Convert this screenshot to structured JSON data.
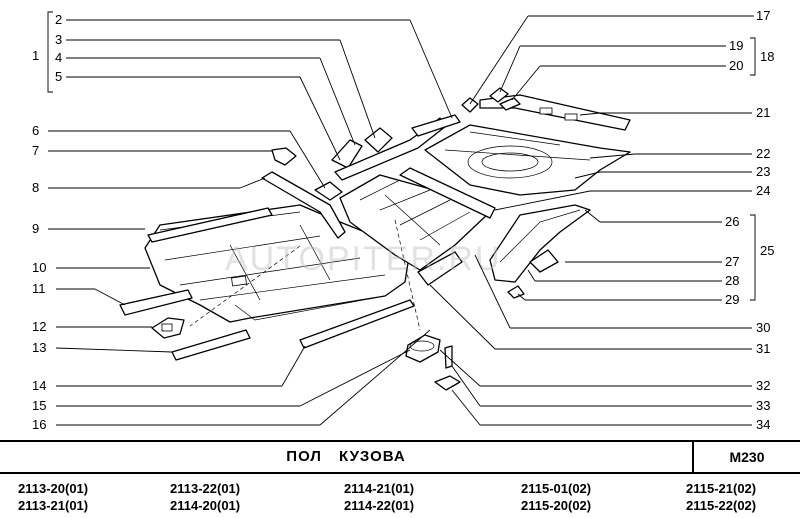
{
  "diagram": {
    "watermark": "AUTOPITER.RU",
    "callouts": {
      "n1": "1",
      "n2": "2",
      "n3": "3",
      "n4": "4",
      "n5": "5",
      "n6": "6",
      "n7": "7",
      "n8": "8",
      "n9": "9",
      "n10": "10",
      "n11": "11",
      "n12": "12",
      "n13": "13",
      "n14": "14",
      "n15": "15",
      "n16": "16",
      "n17": "17",
      "n18": "18",
      "n19": "19",
      "n20": "20",
      "n21": "21",
      "n22": "22",
      "n23": "23",
      "n24": "24",
      "n25": "25",
      "n26": "26",
      "n27": "27",
      "n28": "28",
      "n29": "29",
      "n30": "30",
      "n31": "31",
      "n32": "32",
      "n33": "33",
      "n34": "34"
    }
  },
  "title_block": {
    "title": "ПОЛ КУЗОВА",
    "code": "М230"
  },
  "models": [
    [
      "2113-20(01)",
      "2113-21(01)"
    ],
    [
      "2113-22(01)",
      "2114-20(01)"
    ],
    [
      "2114-21(01)",
      "2114-22(01)"
    ],
    [
      "2115-01(02)",
      "2115-20(02)"
    ],
    [
      "2115-21(02)",
      "2115-22(02)"
    ]
  ]
}
